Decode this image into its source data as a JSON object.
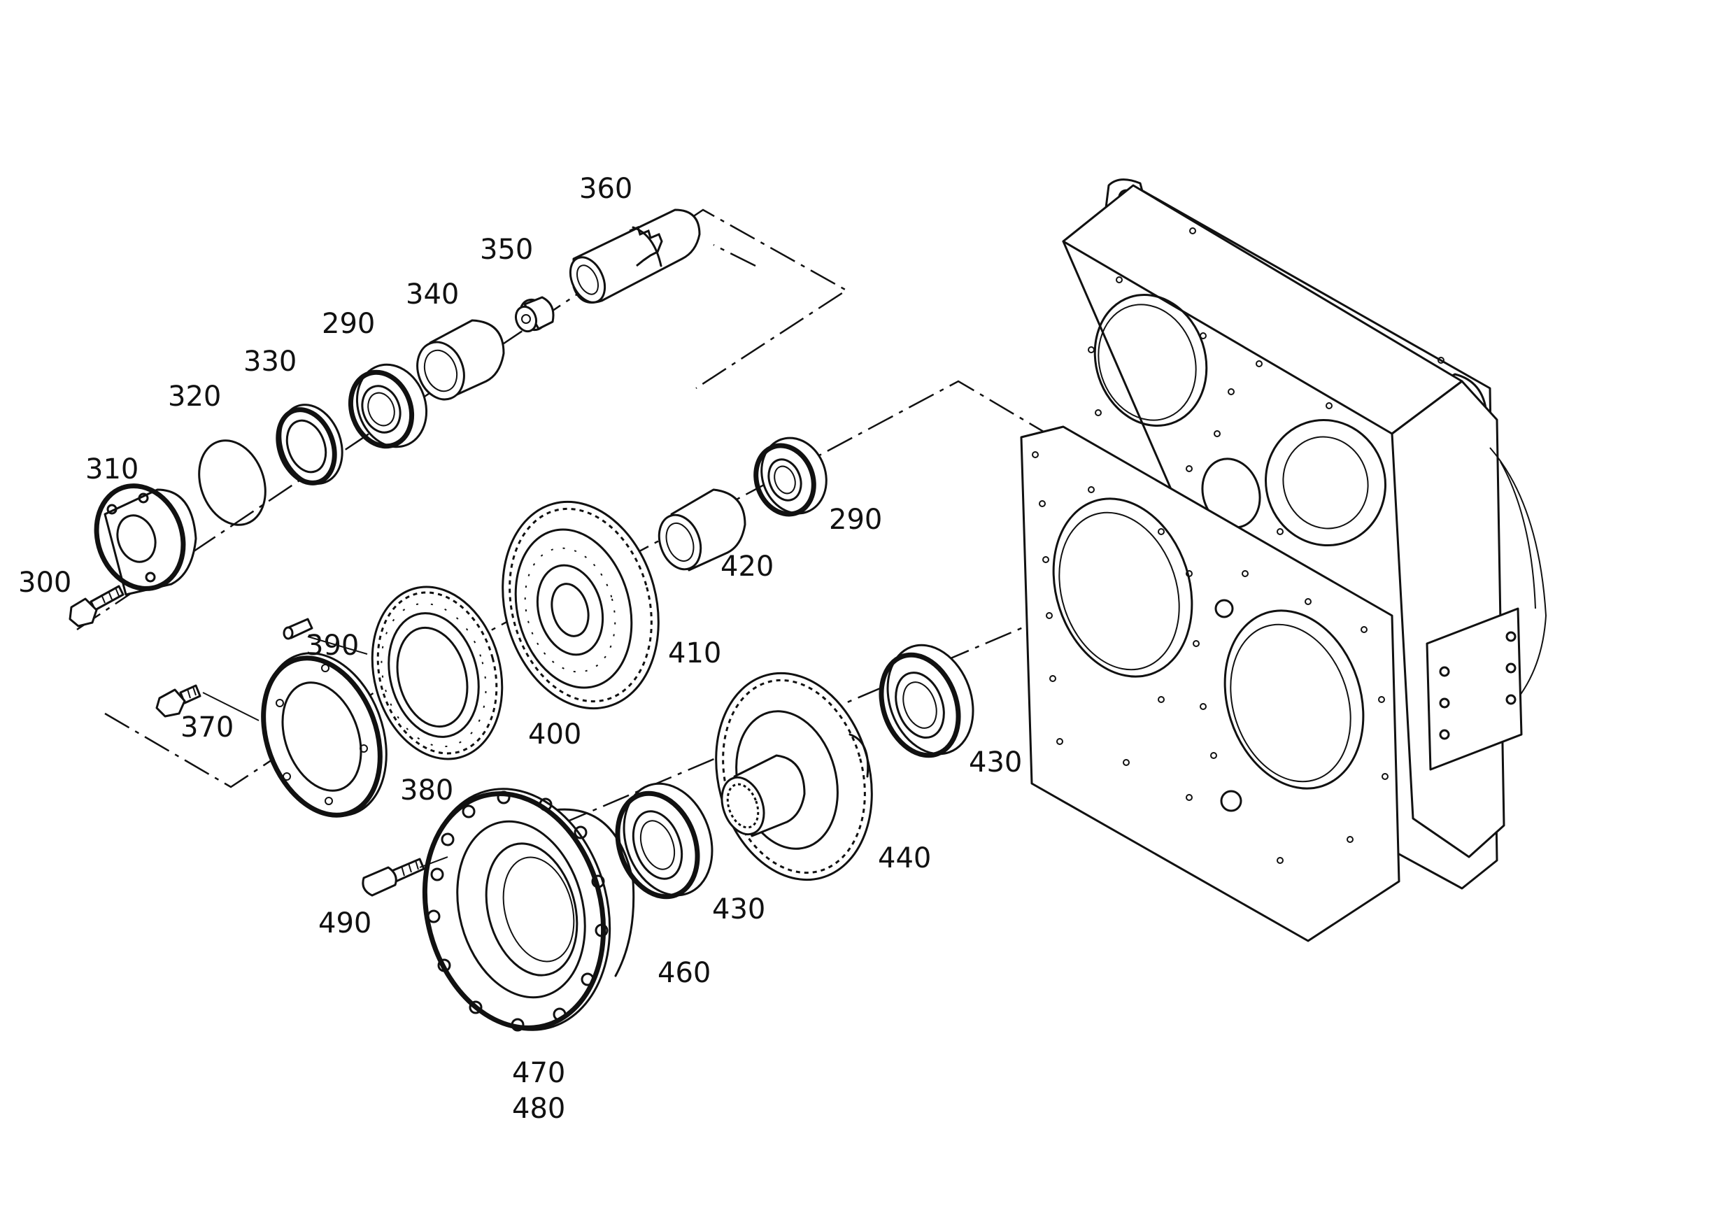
{
  "callouts": [
    {
      "id": "360",
      "text": "360"
    },
    {
      "id": "350",
      "text": "350"
    },
    {
      "id": "340",
      "text": "340"
    },
    {
      "id": "290a",
      "text": "290"
    },
    {
      "id": "330",
      "text": "330"
    },
    {
      "id": "320",
      "text": "320"
    },
    {
      "id": "310",
      "text": "310"
    },
    {
      "id": "300",
      "text": "300"
    },
    {
      "id": "290b",
      "text": "290"
    },
    {
      "id": "420",
      "text": "420"
    },
    {
      "id": "410",
      "text": "410"
    },
    {
      "id": "390",
      "text": "390"
    },
    {
      "id": "400",
      "text": "400"
    },
    {
      "id": "370",
      "text": "370"
    },
    {
      "id": "380",
      "text": "380"
    },
    {
      "id": "430a",
      "text": "430"
    },
    {
      "id": "440",
      "text": "440"
    },
    {
      "id": "430b",
      "text": "430"
    },
    {
      "id": "460",
      "text": "460"
    },
    {
      "id": "490",
      "text": "490"
    },
    {
      "id": "470",
      "text": "470"
    },
    {
      "id": "480",
      "text": "480"
    }
  ]
}
